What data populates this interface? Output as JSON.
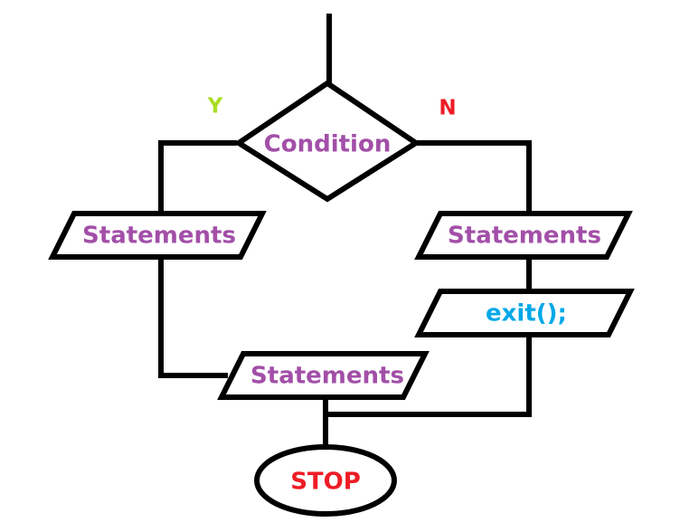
{
  "diagram": {
    "type": "flowchart",
    "title": "if-else flowchart with exit",
    "background_color": "#ffffff",
    "line_color": "#000000",
    "colors": {
      "purple_text": "#a24fa8",
      "cyan_text": "#00a8e8",
      "red_text": "#ee1c25",
      "yellow_green_label": "#aadd22",
      "red_label": "#ee1c25"
    },
    "nodes": {
      "entry_line": {
        "name": "start-connector"
      },
      "condition": {
        "label": "Condition",
        "shape": "diamond",
        "color": "#a24fa8"
      },
      "statements_left": {
        "label": "Statements",
        "shape": "parallelogram",
        "color": "#a24fa8"
      },
      "statements_right": {
        "label": "Statements",
        "shape": "parallelogram",
        "color": "#a24fa8"
      },
      "exit_call": {
        "label": "exit();",
        "shape": "parallelogram",
        "color": "#00a8e8"
      },
      "statements_bottom": {
        "label": "Statements",
        "shape": "parallelogram",
        "color": "#a24fa8"
      },
      "stop": {
        "label": "STOP",
        "shape": "ellipse",
        "color": "#ee1c25"
      }
    },
    "branch_labels": {
      "yes": {
        "text": "Y",
        "color": "#aadd22"
      },
      "no": {
        "text": "N",
        "color": "#ee1c25"
      }
    }
  }
}
